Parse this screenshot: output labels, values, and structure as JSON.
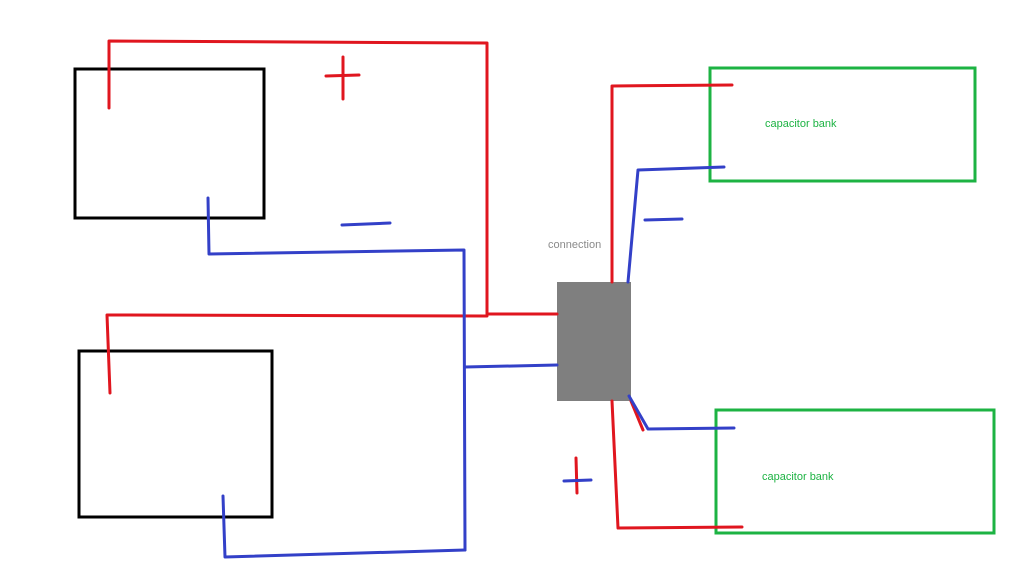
{
  "labels": {
    "connection": "connection",
    "capacitor_bank_top": "capacitor bank",
    "capacitor_bank_bottom": "capacitor bank"
  },
  "colors": {
    "positive_wire": "#e0161f",
    "negative_wire": "#3340c8",
    "battery_outline": "#000000",
    "capacitor_outline": "#1db343",
    "capacitor_text": "#1db343",
    "connection_block": "#7f7f7f",
    "connection_text": "#8a8a8a"
  },
  "icons": {
    "plus": "plus-sign",
    "minus": "minus-sign"
  }
}
